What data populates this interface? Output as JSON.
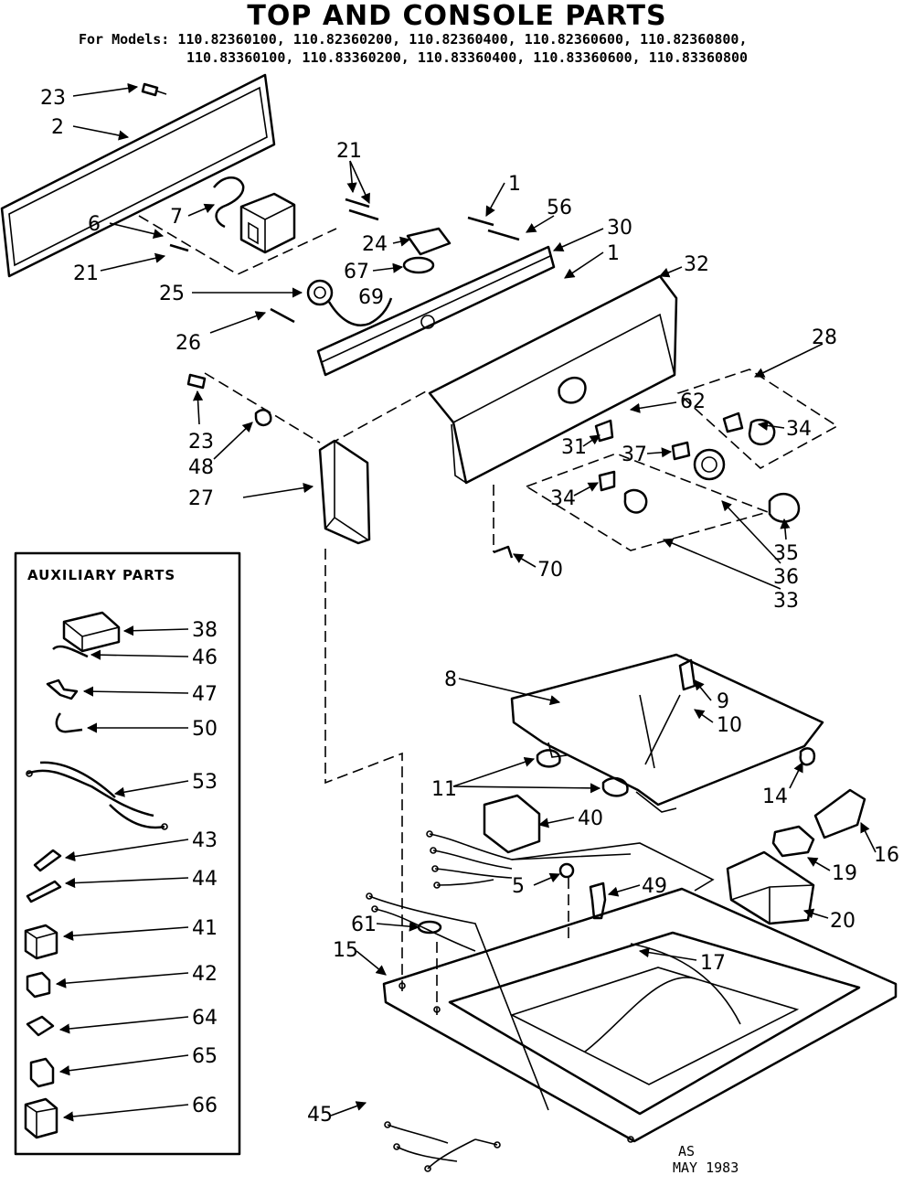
{
  "title": "TOP AND CONSOLE PARTS",
  "models_line1": "For Models: 110.82360100, 110.82360200, 110.82360400, 110.82360600, 110.82360800,",
  "models_line2": "110.83360100, 110.83360200, 110.83360400, 110.83360600, 110.83360800",
  "auxiliary_title": "AUXILIARY PARTS",
  "stamp_initials": "AS",
  "stamp_date": "MAY 1983",
  "callouts": [
    "23",
    "2",
    "21",
    "7",
    "6",
    "21",
    "25",
    "26",
    "24",
    "67",
    "69",
    "1",
    "56",
    "30",
    "1",
    "32",
    "28",
    "62",
    "34",
    "37",
    "31",
    "35",
    "36",
    "33",
    "34",
    "70",
    "23",
    "48",
    "27",
    "38",
    "46",
    "47",
    "50",
    "53",
    "43",
    "44",
    "41",
    "42",
    "64",
    "65",
    "66",
    "8",
    "9",
    "10",
    "11",
    "14",
    "40",
    "16",
    "19",
    "5",
    "49",
    "20",
    "61",
    "15",
    "17",
    "45"
  ]
}
